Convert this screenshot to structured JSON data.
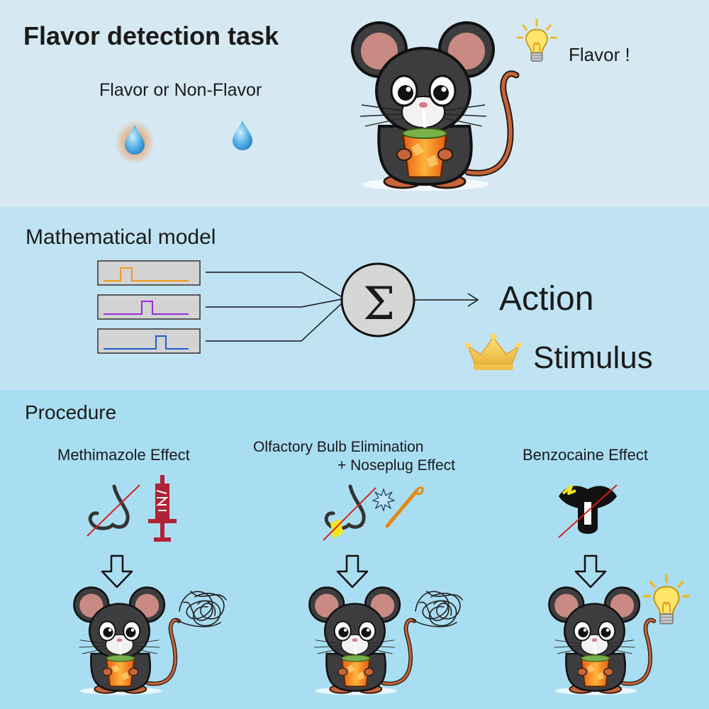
{
  "flavor_task": {
    "title": "Flavor detection task",
    "question": "Flavor or Non-Flavor",
    "bubble": "Flavor !"
  },
  "model": {
    "title": "Mathematical model",
    "sum_symbol": "Σ",
    "output_action": "Action",
    "output_stimulus": "Stimulus",
    "pulse_colors": [
      "#f09a1c",
      "#9a2bd6",
      "#1f5fd0"
    ]
  },
  "procedure": {
    "title": "Procedure",
    "items": [
      {
        "label": "Methimazole Effect",
        "result": "tangle"
      },
      {
        "label_line1": "Olfactory Bulb Elimination",
        "label_line2": "+ Noseplug Effect",
        "result": "tangle"
      },
      {
        "label": "Benzocaine Effect",
        "result": "lightbulb"
      }
    ]
  }
}
